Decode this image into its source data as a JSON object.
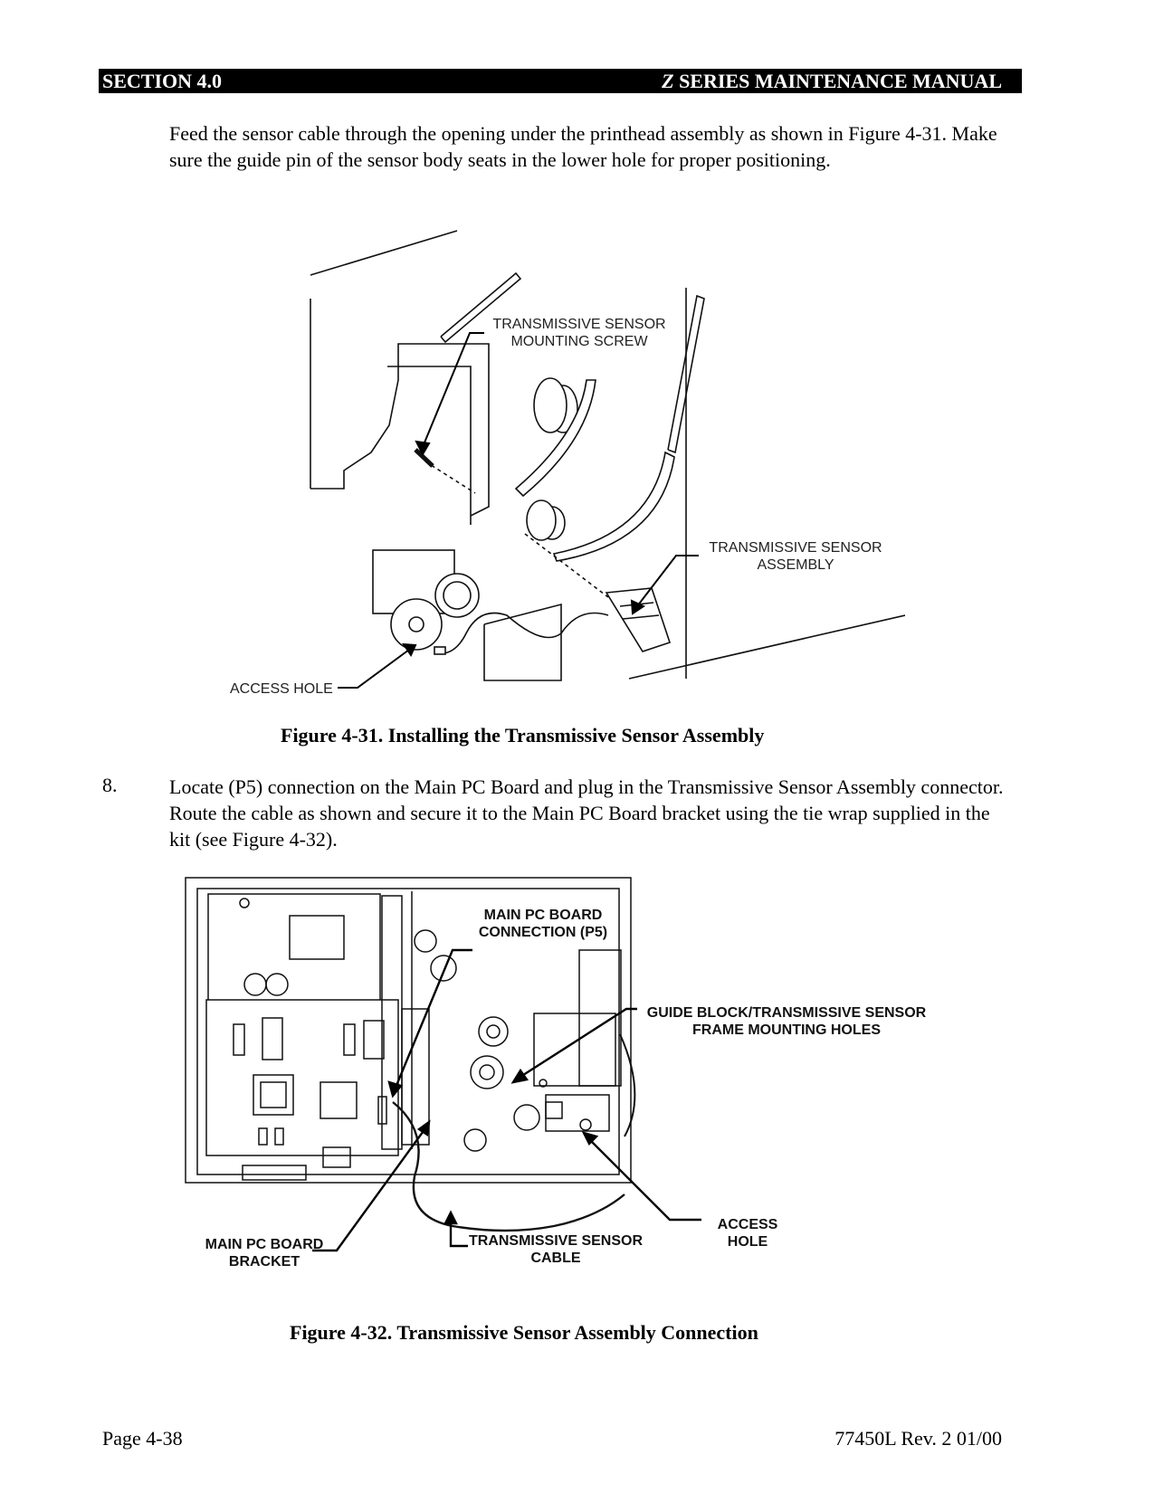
{
  "header": {
    "section": "SECTION 4.0",
    "title_z": "Z",
    "title_rest": " SERIES MAINTENANCE MANUAL"
  },
  "intro_text": "Feed the sensor cable through the opening under the printhead assembly as shown in Figure 4-31.  Make sure the guide pin of the sensor body seats in the lower hole for proper positioning.",
  "figure1": {
    "caption": "Figure 4-31.  Installing the Transmissive Sensor Assembly",
    "labels": {
      "screw_line1": "TRANSMISSIVE SENSOR",
      "screw_line2": "MOUNTING SCREW",
      "assembly_line1": "TRANSMISSIVE SENSOR",
      "assembly_line2": "ASSEMBLY",
      "access_hole": "ACCESS HOLE"
    }
  },
  "step8": {
    "number": "8.",
    "text": "Locate (P5) connection on the Main PC Board and plug in the Transmissive Sensor Assembly connector.  Route the cable as shown and secure it to the Main PC Board bracket using the tie wrap supplied in the kit (see Figure 4-32)."
  },
  "figure2": {
    "caption": "Figure 4-32.  Transmissive Sensor Assembly Connection",
    "labels": {
      "p5_line1": "MAIN PC BOARD",
      "p5_line2": "CONNECTION (P5)",
      "guide_line1": "GUIDE BLOCK/TRANSMISSIVE SENSOR",
      "guide_line2": "FRAME MOUNTING HOLES",
      "access_line1": "ACCESS",
      "access_line2": "HOLE",
      "bracket_line1": "MAIN PC BOARD",
      "bracket_line2": "BRACKET",
      "cable_line1": "TRANSMISSIVE SENSOR",
      "cable_line2": "CABLE"
    }
  },
  "footer": {
    "page": "Page 4-38",
    "revision": "77450L Rev. 2 01/00"
  }
}
